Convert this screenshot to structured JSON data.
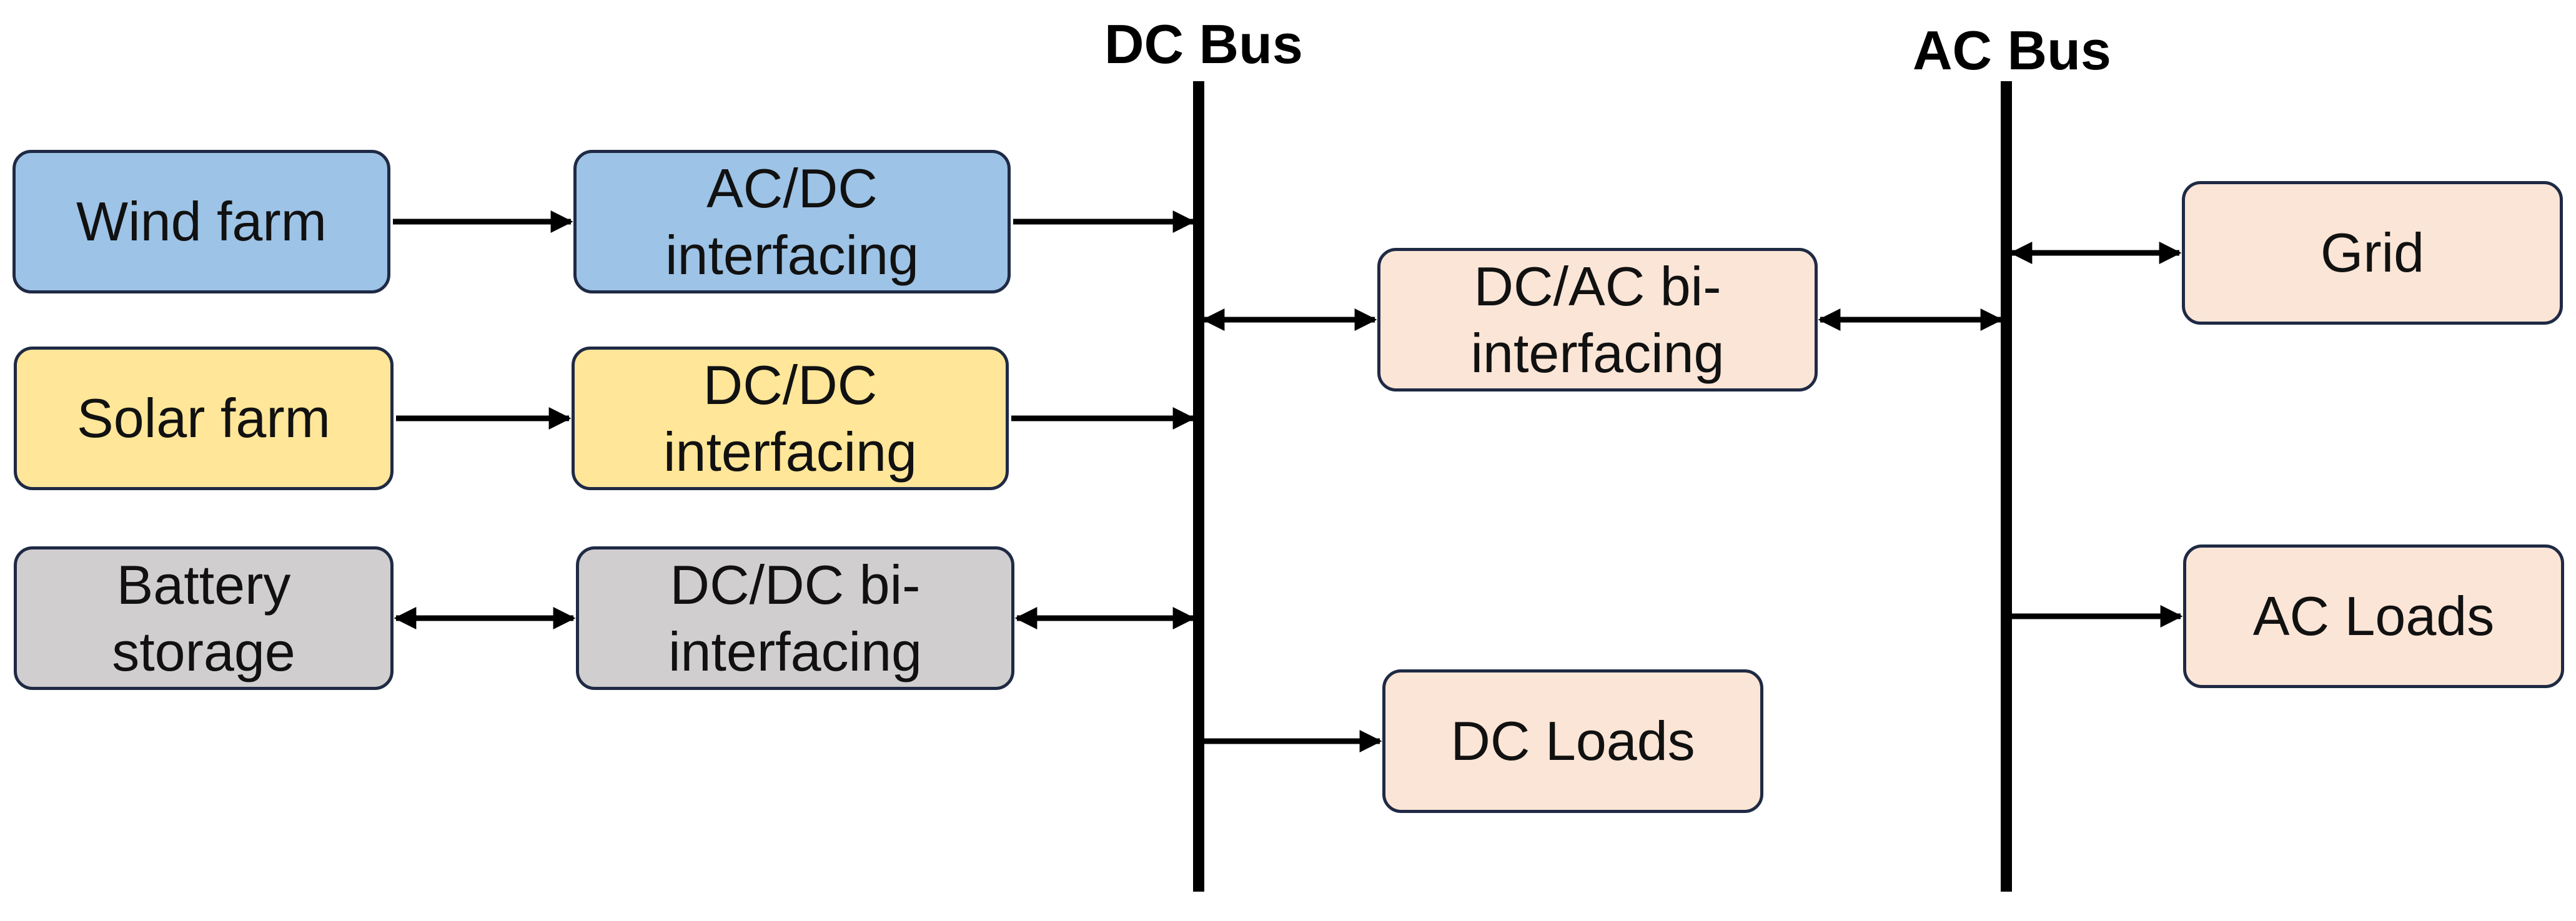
{
  "colors": {
    "wind": "#9dc3e6",
    "solar": "#ffe699",
    "battery": "#d0cece",
    "grid_side": "#fbe5d6",
    "border": "#1f2a44",
    "line": "#000000"
  },
  "buses": {
    "dc": {
      "label": "DC Bus"
    },
    "ac": {
      "label": "AC Bus"
    }
  },
  "nodes": {
    "wind_farm": {
      "lines": [
        "Wind farm"
      ]
    },
    "acdc": {
      "lines": [
        "AC/DC",
        "interfacing"
      ]
    },
    "solar_farm": {
      "lines": [
        "Solar farm"
      ]
    },
    "dcdc": {
      "lines": [
        "DC/DC",
        "interfacing"
      ]
    },
    "battery": {
      "lines": [
        "Battery",
        "storage"
      ]
    },
    "dcdc_bi": {
      "lines": [
        "DC/DC bi-",
        "interfacing"
      ]
    },
    "dcac_bi": {
      "lines": [
        "DC/AC bi-",
        "interfacing"
      ]
    },
    "dc_loads": {
      "lines": [
        "DC Loads"
      ]
    },
    "grid": {
      "lines": [
        "Grid"
      ]
    },
    "ac_loads": {
      "lines": [
        "AC Loads"
      ]
    }
  },
  "edges": [
    {
      "from": "wind_farm",
      "to": "acdc",
      "direction": "forward"
    },
    {
      "from": "acdc",
      "to": "dc_bus",
      "direction": "forward"
    },
    {
      "from": "solar_farm",
      "to": "dcdc",
      "direction": "forward"
    },
    {
      "from": "dcdc",
      "to": "dc_bus",
      "direction": "forward"
    },
    {
      "from": "battery",
      "to": "dcdc_bi",
      "direction": "both"
    },
    {
      "from": "dcdc_bi",
      "to": "dc_bus",
      "direction": "both"
    },
    {
      "from": "dc_bus",
      "to": "dcac_bi",
      "direction": "both"
    },
    {
      "from": "dcac_bi",
      "to": "ac_bus",
      "direction": "both"
    },
    {
      "from": "dc_bus",
      "to": "dc_loads",
      "direction": "forward"
    },
    {
      "from": "ac_bus",
      "to": "grid",
      "direction": "both"
    },
    {
      "from": "ac_bus",
      "to": "ac_loads",
      "direction": "forward"
    }
  ]
}
